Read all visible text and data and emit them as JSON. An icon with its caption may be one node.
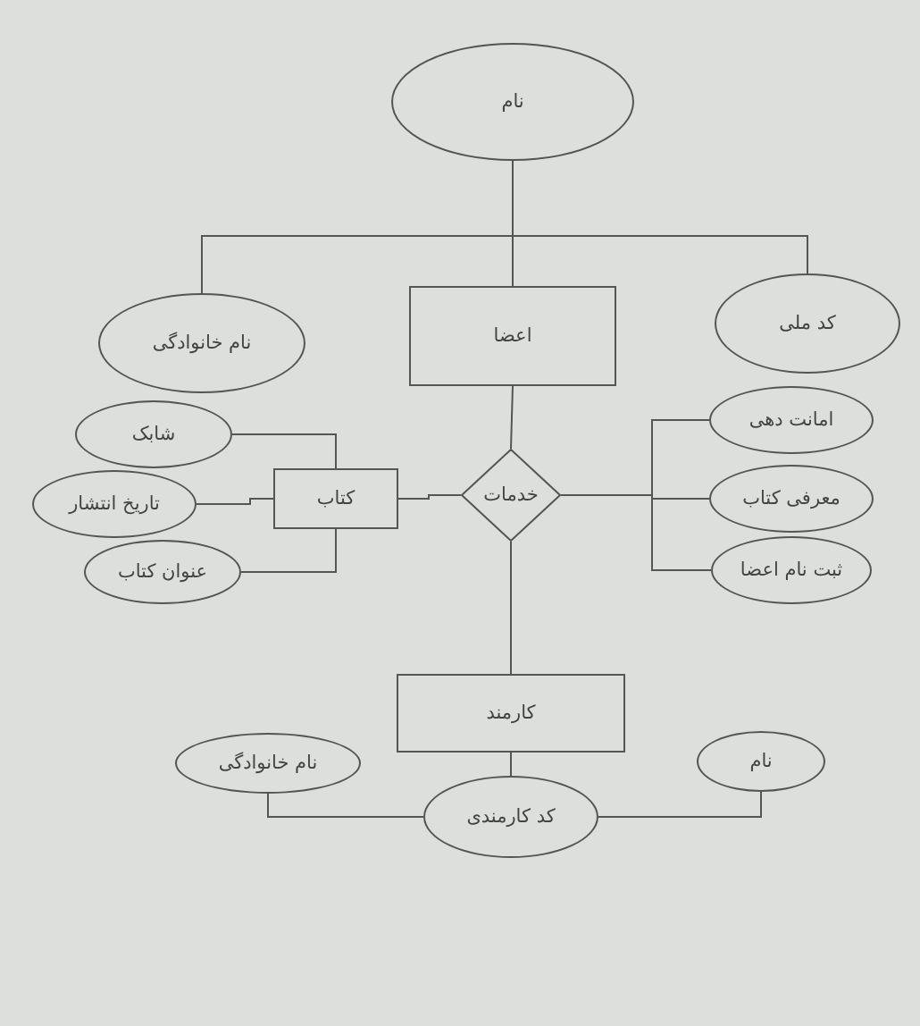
{
  "diagram": {
    "nodes": [
      {
        "text": [
          "نام"
        ]
      },
      {
        "text": [
          "نام خانوادگی"
        ]
      },
      {
        "text": [
          "اعضا"
        ]
      },
      {
        "text": [
          "کد ملی"
        ]
      },
      {
        "text": [
          "شابک"
        ]
      },
      {
        "text": [
          "امانت دهی"
        ]
      },
      {
        "text": [
          "تاریخ انتشار"
        ]
      },
      {
        "text": [
          "کتاب"
        ]
      },
      {
        "text": [
          "خدمات"
        ]
      },
      {
        "text": [
          "معرفی کتاب"
        ]
      },
      {
        "text": [
          "عنوان کتاب"
        ]
      },
      {
        "text": [
          "ثبت نام اعضا"
        ]
      },
      {
        "text": [
          "کارمند"
        ]
      },
      {
        "text": [
          "نام خانوادگی"
        ]
      },
      {
        "text": [
          "نام"
        ]
      },
      {
        "text": [
          "کد کارمندی"
        ]
      }
    ],
    "edges": [
      {
        "from": 2,
        "to": 0,
        "arrow": "none"
      },
      {
        "from": 2,
        "to": 1,
        "arrow": "none"
      },
      {
        "from": 2,
        "to": 3,
        "arrow": "none"
      },
      {
        "from": 4,
        "to": 7,
        "arrow": "none"
      },
      {
        "from": 6,
        "to": 7,
        "arrow": "none"
      },
      {
        "from": 10,
        "to": 7,
        "arrow": "none"
      },
      {
        "from": 7,
        "to": 8,
        "arrow": "none"
      },
      {
        "from": 2,
        "to": 8,
        "arrow": "none"
      },
      {
        "from": 8,
        "to": 5,
        "arrow": "none"
      },
      {
        "from": 8,
        "to": 9,
        "arrow": "none"
      },
      {
        "from": 8,
        "to": 11,
        "arrow": "none"
      },
      {
        "from": 8,
        "to": 12,
        "arrow": "none"
      },
      {
        "from": 12,
        "to": 15,
        "arrow": "none"
      },
      {
        "from": 13,
        "to": 15,
        "arrow": "none"
      },
      {
        "from": 14,
        "to": 15,
        "arrow": "none"
      }
    ]
  }
}
